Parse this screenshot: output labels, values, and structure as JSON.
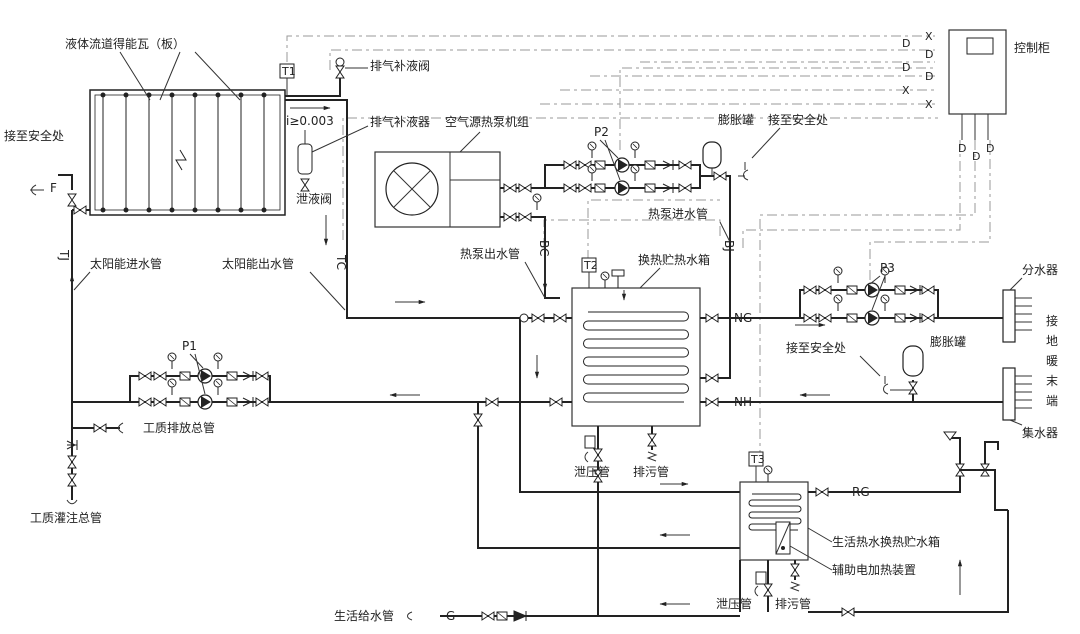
{
  "labels": {
    "collector": "液体流道得能瓦（板）",
    "safety_top_left": "接至安全处",
    "exhaust_valve": "排气补液阀",
    "exhaust_device": "排气补液器",
    "slope": "i≥0.003",
    "drain_valve": "泄液阀",
    "heat_pump": "空气源热泵机组",
    "expansion_tank_top": "膨胀罐",
    "safety_top_right": "接至安全处",
    "control_cabinet": "控制柜",
    "hp_inlet": "热泵进水管",
    "hp_outlet": "热泵出水管",
    "storage_tank": "换热贮热水箱",
    "solar_in": "太阳能进水管",
    "solar_out": "太阳能出水管",
    "discharge_main": "工质排放总管",
    "fill_main": "工质灌注总管",
    "distributor": "分水器",
    "collector_manifold": "集水器",
    "floor_heating": "接地暖末端",
    "safety_mid_right": "接至安全处",
    "expansion_tank_mid": "膨胀罐",
    "relief_pipe_1": "泄压管",
    "sewage_pipe_1": "排污管",
    "dhw_tank": "生活热水换热贮水箱",
    "aux_heater": "辅助电加热装置",
    "relief_pipe_2": "泄压管",
    "sewage_pipe_2": "排污管",
    "cold_water": "生活给水管"
  },
  "tags": {
    "t1": "T1",
    "t2": "T2",
    "t3": "T3",
    "p1": "P1",
    "p2": "P2",
    "p3": "P3",
    "tj": "TJ",
    "tc": "TC",
    "bc": "BC",
    "bj": "BJ",
    "f": "F",
    "g": "G",
    "ng": "NG",
    "nh": "NH",
    "rg": "RG",
    "x": "X",
    "d": "D"
  }
}
